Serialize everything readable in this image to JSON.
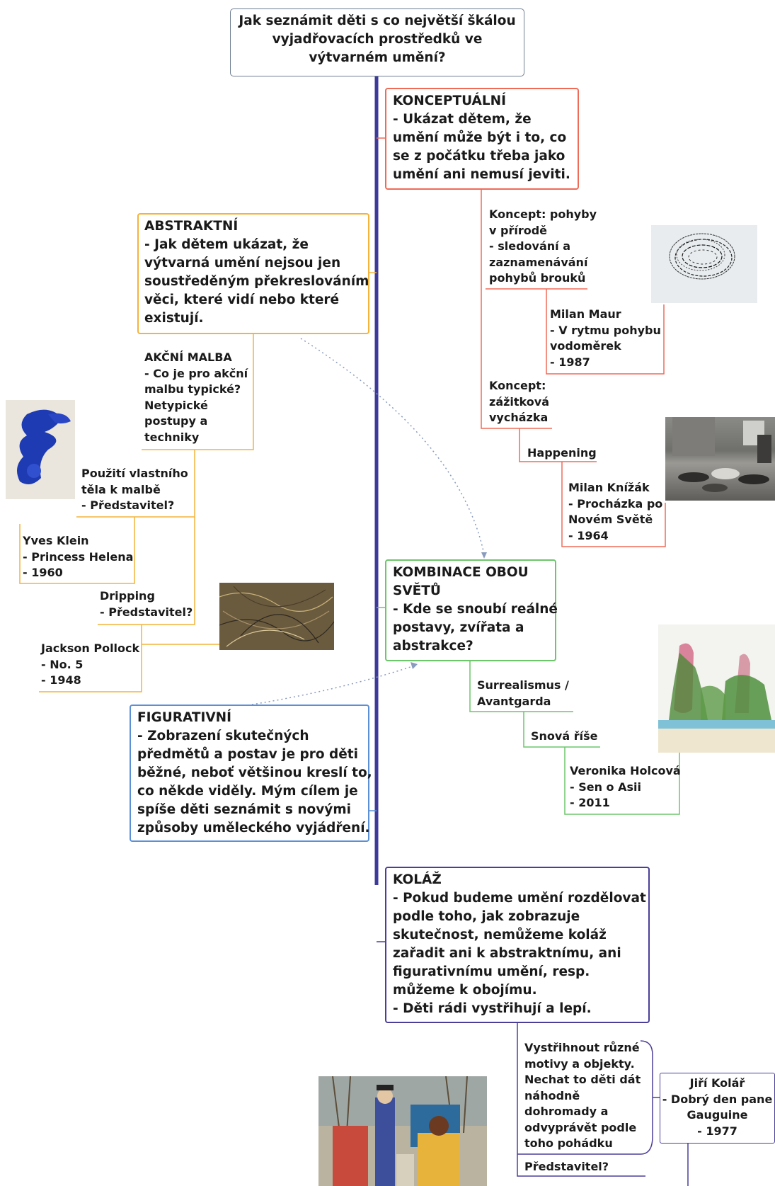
{
  "colors": {
    "spine": "#3d3a9a",
    "conceptual": "#ef6b58",
    "abstract": "#f4b43a",
    "combined": "#6cc66a",
    "figurative": "#5b8fd6",
    "collage": "#4b3e9a",
    "central": "#6f7f93",
    "dotted": "#8a9bbd"
  },
  "central": {
    "question": "Jak seznámit děti s co největší škálou\nvyjadřovacích prostředků ve\nvýtvarném umění?"
  },
  "conceptual": {
    "text": "KONCEPTUÁLNÍ\n- Ukázat dětem, že\numění může být i to, co\nse z počátku třeba jako\numění ani nemusí jeviti.",
    "concept1": "Koncept: pohyby\nv přírodě\n- sledování a\nzaznamenávání\npohybů brouků",
    "artist1": "Milan Maur\n- V rytmu pohybu\nvodoměrek\n   - 1987",
    "concept2": "Koncept:\nzážitková\nvycházka",
    "happening": "Happening",
    "artist2": "Milan Knížák\n- Procházka po\nNovém Světě\n   - 1964"
  },
  "abstract": {
    "text": "ABSTRAKTNÍ\n- Jak dětem ukázat, že\nvýtvarná umění nejsou jen\nsoustředěným překreslováním\nvěci, které vidí nebo které\nexistují.",
    "action": "AKČNÍ MALBA\n- Co je pro akční\nmalbu typické?\nNetypické\npostupy a\ntechniky",
    "body": "Použití vlastního\ntěla k malbě\n- Představitel?",
    "artist1": "Yves Klein\n- Princess Helena\n   - 1960",
    "dripping": "Dripping\n- Představitel?",
    "artist2": "Jackson Pollock\n- No. 5\n   - 1948"
  },
  "combined": {
    "text": "KOMBINACE OBOU\nSVĚTŮ\n- Kde se snoubí reálné\npostavy, zvířata a\nabstrakce?",
    "surreal": "Surrealismus /\nAvantgarda",
    "dream": "Snová říše",
    "artist": "Veronika Holcová\n- Sen o Asii\n   - 2011"
  },
  "figurative": {
    "text": "FIGURATIVNÍ\n- Zobrazení skutečných\npředmětů a postav je pro děti\nběžné, neboť většinou kreslí to,\nco někde viděly. Mým cílem je\nspíše děti seznámit s novými\nzpůsoby uměleckého vyjádření."
  },
  "collage": {
    "text": "KOLÁŽ\n- Pokud budeme umění rozdělovat\npodle toho, jak zobrazuje\nskutečnost, nemůžeme koláž\nzařadit ani k abstraktnímu, ani\nfigurativnímu umění, resp.\nmůžeme k obojímu.\n- Děti rádi vystřihují a lepí.",
    "activity": "Vystřihnout různé\nmotivy a objekty.\nNechat to děti dát\nnáhodně\ndohromady a\nodvyprávět podle\ntoho pohádku",
    "representative": "Představitel?",
    "artist": "Jiří Kolář\n- Dobrý den pane\nGauguine\n   - 1977"
  }
}
